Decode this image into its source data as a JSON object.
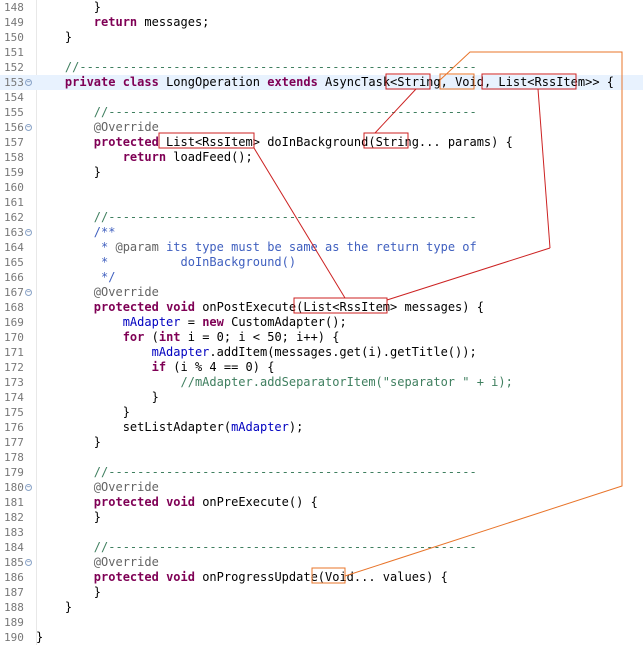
{
  "editor": {
    "lines": [
      {
        "n": "148",
        "segs": [
          [
            "        }",
            "p"
          ]
        ]
      },
      {
        "n": "149",
        "segs": [
          [
            "        ",
            "p"
          ],
          [
            "return",
            "kw"
          ],
          [
            " messages;",
            "p"
          ]
        ]
      },
      {
        "n": "150",
        "segs": [
          [
            "    }",
            "p"
          ]
        ]
      },
      {
        "n": "151",
        "segs": []
      },
      {
        "n": "152",
        "segs": [
          [
            "    //-------------------------------------------------------",
            "cm"
          ]
        ]
      },
      {
        "n": "153",
        "fold": true,
        "current": true,
        "segs": [
          [
            "    ",
            "p"
          ],
          [
            "private",
            "kw"
          ],
          [
            " ",
            "p"
          ],
          [
            "class",
            "kw"
          ],
          [
            " LongOperation ",
            "p"
          ],
          [
            "extends",
            "kw"
          ],
          [
            " AsyncTask<String, Void, List<RssItem>> {",
            "p"
          ]
        ]
      },
      {
        "n": "154",
        "segs": []
      },
      {
        "n": "155",
        "segs": [
          [
            "        //---------------------------------------------------",
            "cm"
          ]
        ]
      },
      {
        "n": "156",
        "fold": true,
        "segs": [
          [
            "        ",
            "p"
          ],
          [
            "@Override",
            "an"
          ]
        ]
      },
      {
        "n": "157",
        "segs": [
          [
            "        ",
            "p"
          ],
          [
            "protected",
            "kw"
          ],
          [
            " List<RssItem> doInBackground(String... params) {",
            "p"
          ]
        ]
      },
      {
        "n": "158",
        "segs": [
          [
            "            ",
            "p"
          ],
          [
            "return",
            "kw"
          ],
          [
            " loadFeed();",
            "p"
          ]
        ]
      },
      {
        "n": "159",
        "segs": [
          [
            "        }",
            "p"
          ]
        ]
      },
      {
        "n": "160",
        "segs": []
      },
      {
        "n": "161",
        "segs": []
      },
      {
        "n": "162",
        "segs": [
          [
            "        //---------------------------------------------------",
            "cm"
          ]
        ]
      },
      {
        "n": "163",
        "fold": true,
        "segs": [
          [
            "        /**",
            "jd"
          ]
        ]
      },
      {
        "n": "164",
        "segs": [
          [
            "         * ",
            "jd"
          ],
          [
            "@param",
            "an"
          ],
          [
            " its type must be same as the return type of",
            "jd"
          ]
        ]
      },
      {
        "n": "165",
        "segs": [
          [
            "         *          doInBackground()",
            "jd"
          ]
        ]
      },
      {
        "n": "166",
        "segs": [
          [
            "         */",
            "jd"
          ]
        ]
      },
      {
        "n": "167",
        "fold": true,
        "segs": [
          [
            "        ",
            "p"
          ],
          [
            "@Override",
            "an"
          ]
        ]
      },
      {
        "n": "168",
        "segs": [
          [
            "        ",
            "p"
          ],
          [
            "protected",
            "kw"
          ],
          [
            " ",
            "p"
          ],
          [
            "void",
            "kw"
          ],
          [
            " onPostExecute(List<RssItem> messages) {",
            "p"
          ]
        ]
      },
      {
        "n": "169",
        "segs": [
          [
            "            ",
            "p"
          ],
          [
            "mAdapter",
            "fd"
          ],
          [
            " = ",
            "p"
          ],
          [
            "new",
            "kw"
          ],
          [
            " CustomAdapter();",
            "p"
          ]
        ]
      },
      {
        "n": "170",
        "segs": [
          [
            "            ",
            "p"
          ],
          [
            "for",
            "kw"
          ],
          [
            " (",
            "p"
          ],
          [
            "int",
            "kw"
          ],
          [
            " i = 0; i < 50; i++) {",
            "p"
          ]
        ]
      },
      {
        "n": "171",
        "segs": [
          [
            "                ",
            "p"
          ],
          [
            "mAdapter",
            "fd"
          ],
          [
            ".addItem(messages.get(i).getTitle());",
            "p"
          ]
        ]
      },
      {
        "n": "172",
        "segs": [
          [
            "                ",
            "p"
          ],
          [
            "if",
            "kw"
          ],
          [
            " (i % 4 == 0) {",
            "p"
          ]
        ]
      },
      {
        "n": "173",
        "segs": [
          [
            "                    //mAdapter.addSeparatorItem(\"separator \" + i);",
            "cm"
          ]
        ]
      },
      {
        "n": "174",
        "segs": [
          [
            "                }",
            "p"
          ]
        ]
      },
      {
        "n": "175",
        "segs": [
          [
            "            }",
            "p"
          ]
        ]
      },
      {
        "n": "176",
        "segs": [
          [
            "            setListAdapter(",
            "p"
          ],
          [
            "mAdapter",
            "fd"
          ],
          [
            ");",
            "p"
          ]
        ]
      },
      {
        "n": "177",
        "segs": [
          [
            "        }",
            "p"
          ]
        ]
      },
      {
        "n": "178",
        "segs": []
      },
      {
        "n": "179",
        "segs": [
          [
            "        //---------------------------------------------------",
            "cm"
          ]
        ]
      },
      {
        "n": "180",
        "fold": true,
        "segs": [
          [
            "        ",
            "p"
          ],
          [
            "@Override",
            "an"
          ]
        ]
      },
      {
        "n": "181",
        "segs": [
          [
            "        ",
            "p"
          ],
          [
            "protected",
            "kw"
          ],
          [
            " ",
            "p"
          ],
          [
            "void",
            "kw"
          ],
          [
            " onPreExecute() {",
            "p"
          ]
        ]
      },
      {
        "n": "182",
        "segs": [
          [
            "        }",
            "p"
          ]
        ]
      },
      {
        "n": "183",
        "segs": []
      },
      {
        "n": "184",
        "segs": [
          [
            "        //---------------------------------------------------",
            "cm"
          ]
        ]
      },
      {
        "n": "185",
        "fold": true,
        "segs": [
          [
            "        ",
            "p"
          ],
          [
            "@Override",
            "an"
          ]
        ]
      },
      {
        "n": "186",
        "segs": [
          [
            "        ",
            "p"
          ],
          [
            "protected",
            "kw"
          ],
          [
            " ",
            "p"
          ],
          [
            "void",
            "kw"
          ],
          [
            " onProgressUpdate(Void... values) {",
            "p"
          ]
        ]
      },
      {
        "n": "187",
        "segs": [
          [
            "        }",
            "p"
          ]
        ]
      },
      {
        "n": "188",
        "segs": [
          [
            "    }",
            "p"
          ]
        ]
      },
      {
        "n": "189",
        "segs": []
      },
      {
        "n": "190",
        "segs": [
          [
            "}",
            "p"
          ]
        ]
      }
    ]
  },
  "colors": {
    "keyword": "#7f0055",
    "comment": "#3f7f5f",
    "javadoc": "#3f5fbf",
    "annotation": "#646464",
    "field": "#0000c0",
    "current_line": "#e8f2fe",
    "annotation_box": "#cc2222",
    "annotation_line_orange": "#e8742a"
  }
}
